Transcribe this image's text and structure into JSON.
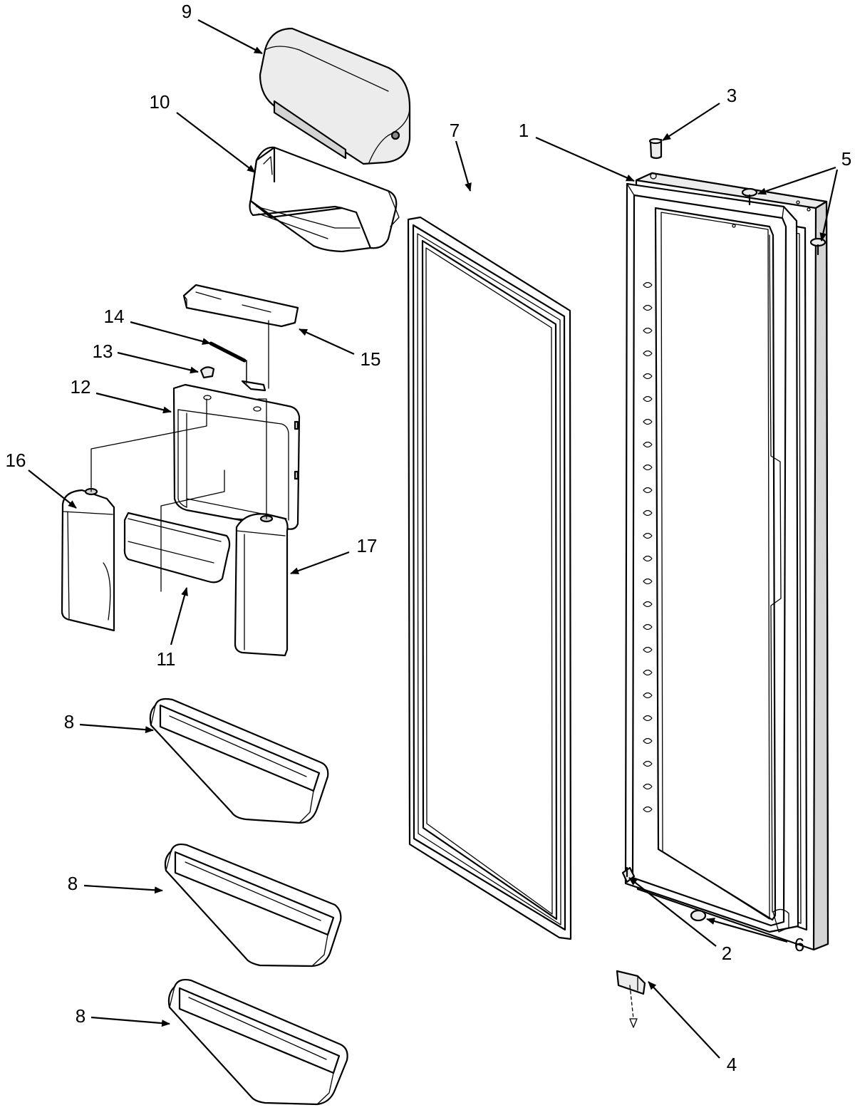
{
  "callouts": {
    "c1": "1",
    "c2": "2",
    "c3": "3",
    "c4": "4",
    "c5": "5",
    "c6": "6",
    "c7": "7",
    "c8a": "8",
    "c8b": "8",
    "c8c": "8",
    "c9": "9",
    "c10": "10",
    "c11": "11",
    "c12": "12",
    "c13": "13",
    "c14": "14",
    "c15": "15",
    "c16": "16",
    "c17": "17"
  },
  "colors": {
    "line": "#000000",
    "background": "#ffffff",
    "shade_light": "#ececec",
    "shade_mid": "#d4d4d4",
    "shade_dark": "#8a8a8a"
  }
}
